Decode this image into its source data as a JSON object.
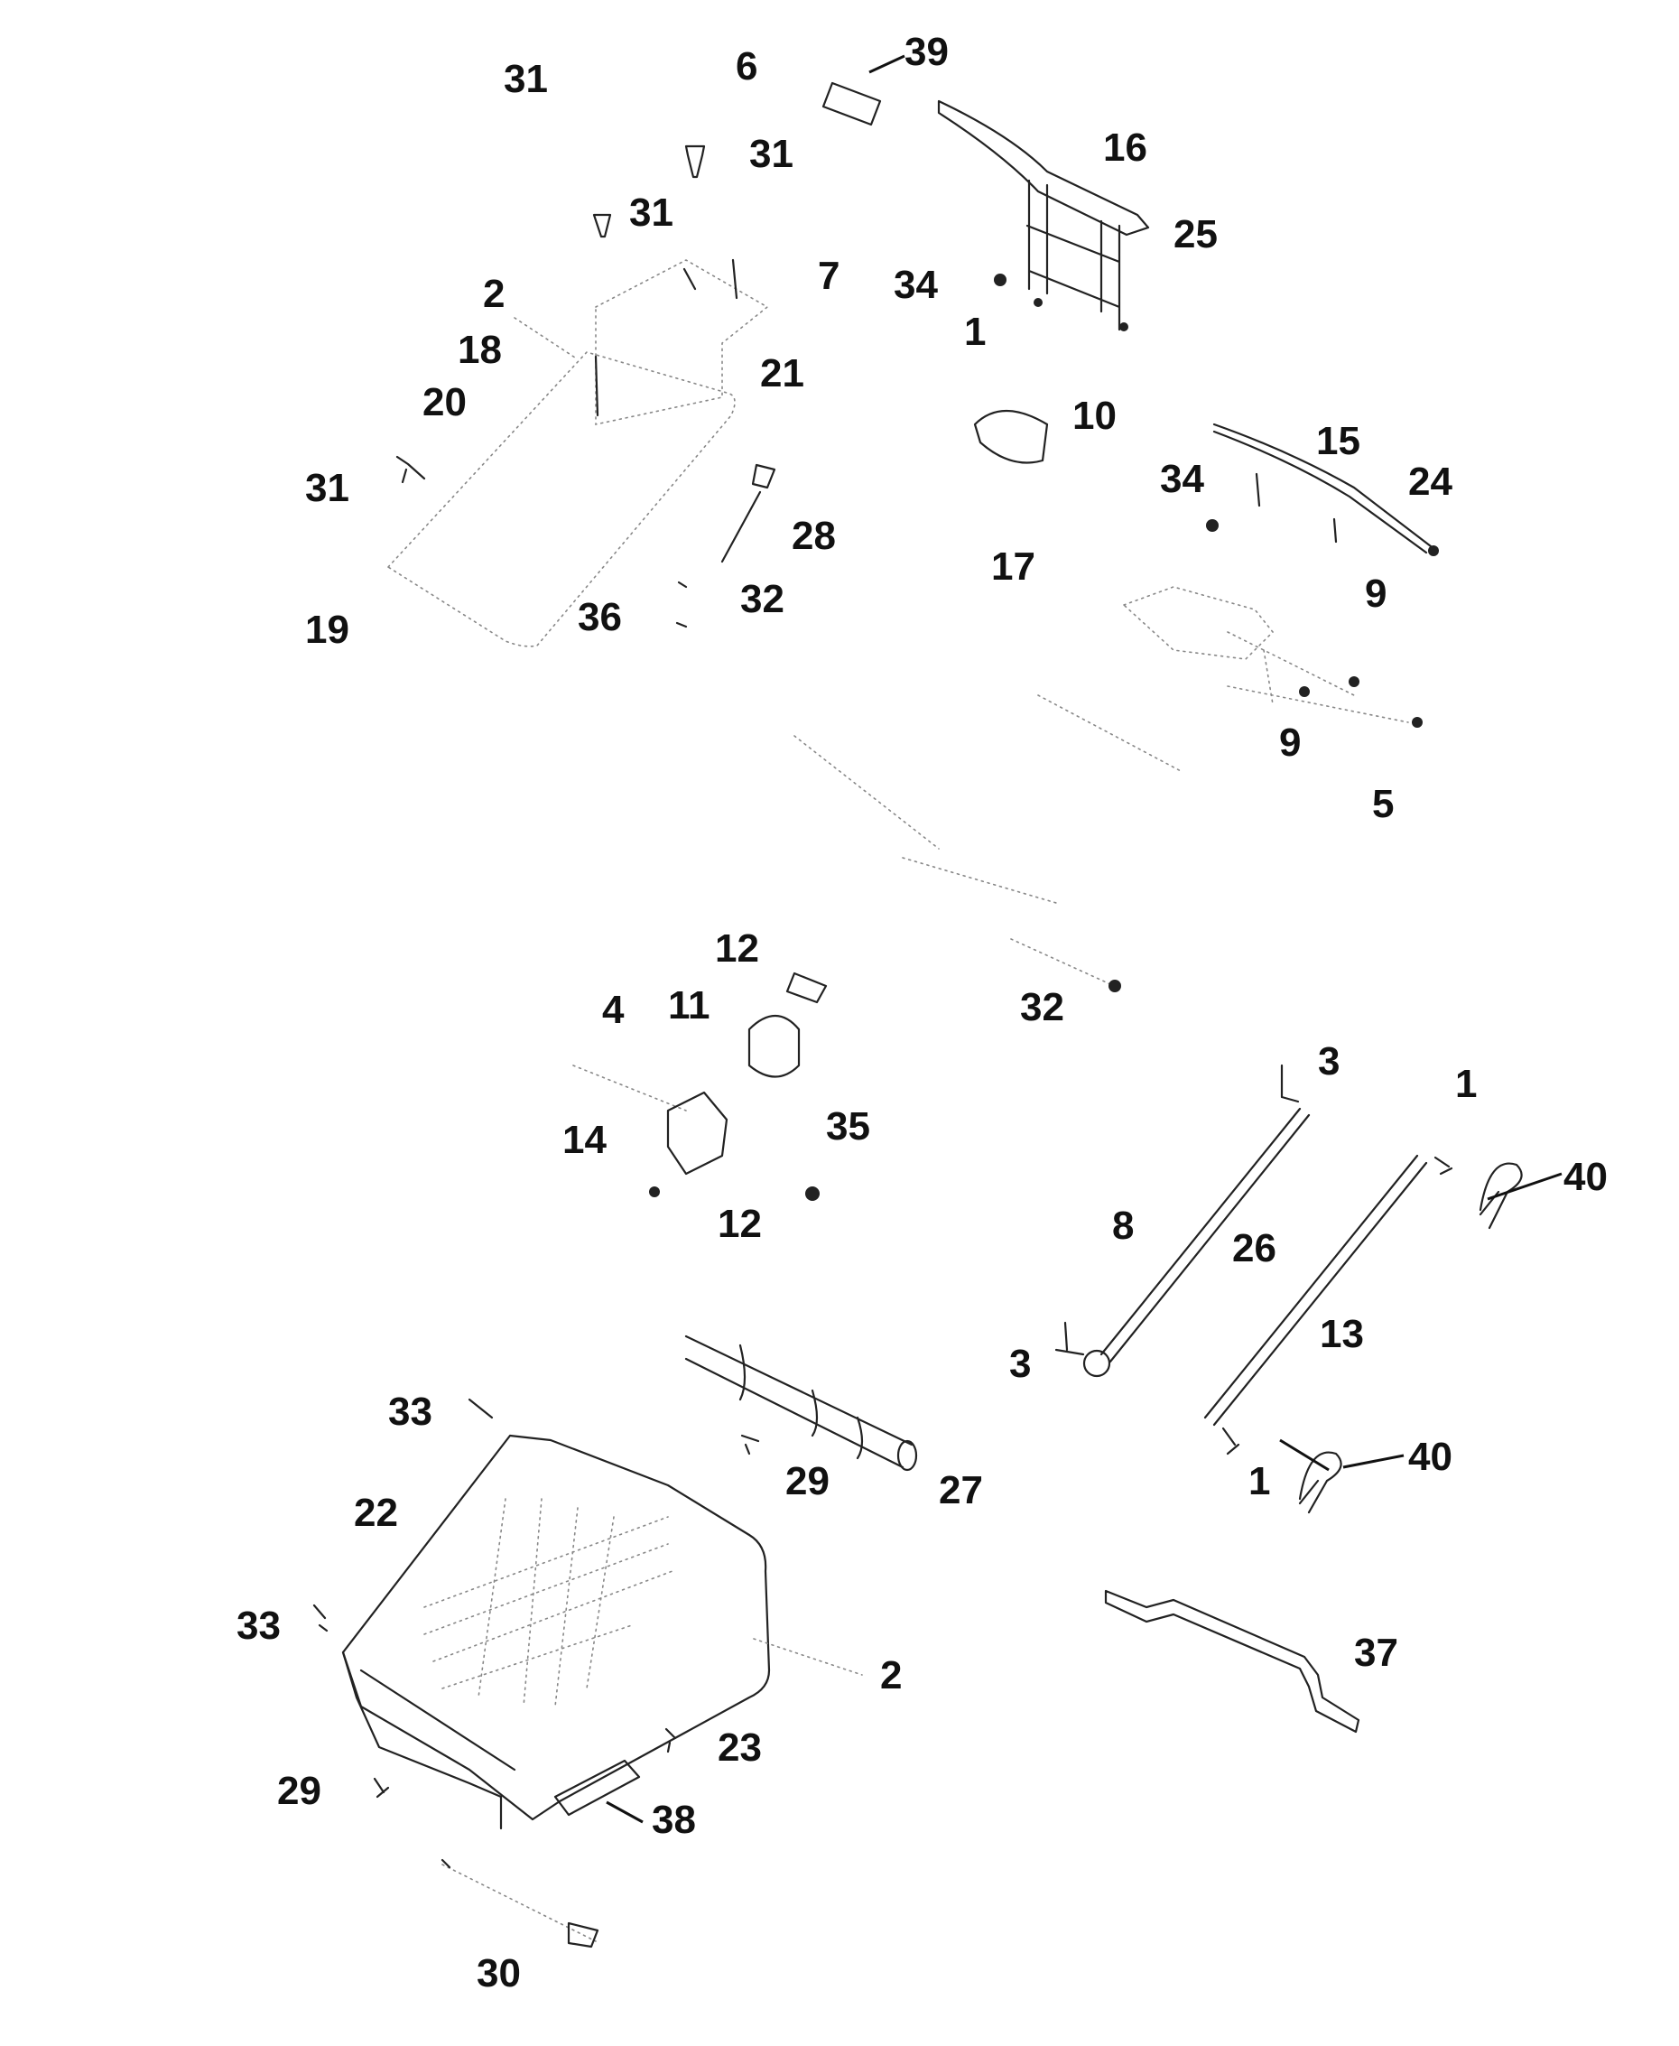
{
  "callouts": [
    {
      "id": "c31a",
      "text": "31"
    },
    {
      "id": "c6",
      "text": "6"
    },
    {
      "id": "c39",
      "text": "39"
    },
    {
      "id": "c31b",
      "text": "31"
    },
    {
      "id": "c16",
      "text": "16"
    },
    {
      "id": "c31c",
      "text": "31"
    },
    {
      "id": "c25",
      "text": "25"
    },
    {
      "id": "c2a",
      "text": "2"
    },
    {
      "id": "c7",
      "text": "7"
    },
    {
      "id": "c34a",
      "text": "34"
    },
    {
      "id": "c1a",
      "text": "1"
    },
    {
      "id": "c18",
      "text": "18"
    },
    {
      "id": "c21",
      "text": "21"
    },
    {
      "id": "c20",
      "text": "20"
    },
    {
      "id": "c10",
      "text": "10"
    },
    {
      "id": "c15",
      "text": "15"
    },
    {
      "id": "c31d",
      "text": "31"
    },
    {
      "id": "c34b",
      "text": "34"
    },
    {
      "id": "c24",
      "text": "24"
    },
    {
      "id": "c28",
      "text": "28"
    },
    {
      "id": "c17",
      "text": "17"
    },
    {
      "id": "c32a",
      "text": "32"
    },
    {
      "id": "c36",
      "text": "36"
    },
    {
      "id": "c19",
      "text": "19"
    },
    {
      "id": "c9a",
      "text": "9"
    },
    {
      "id": "c9b",
      "text": "9"
    },
    {
      "id": "c5",
      "text": "5"
    },
    {
      "id": "c12a",
      "text": "12"
    },
    {
      "id": "c4",
      "text": "4"
    },
    {
      "id": "c11",
      "text": "11"
    },
    {
      "id": "c32b",
      "text": "32"
    },
    {
      "id": "c3a",
      "text": "3"
    },
    {
      "id": "c1b",
      "text": "1"
    },
    {
      "id": "c35",
      "text": "35"
    },
    {
      "id": "c14",
      "text": "14"
    },
    {
      "id": "c40a",
      "text": "40"
    },
    {
      "id": "c12b",
      "text": "12"
    },
    {
      "id": "c8",
      "text": "8"
    },
    {
      "id": "c26",
      "text": "26"
    },
    {
      "id": "c13",
      "text": "13"
    },
    {
      "id": "c3b",
      "text": "3"
    },
    {
      "id": "c33a",
      "text": "33"
    },
    {
      "id": "c29a",
      "text": "29"
    },
    {
      "id": "c27",
      "text": "27"
    },
    {
      "id": "c40b",
      "text": "40"
    },
    {
      "id": "c1c",
      "text": "1"
    },
    {
      "id": "c22",
      "text": "22"
    },
    {
      "id": "c37",
      "text": "37"
    },
    {
      "id": "c33b",
      "text": "33"
    },
    {
      "id": "c2b",
      "text": "2"
    },
    {
      "id": "c23",
      "text": "23"
    },
    {
      "id": "c29b",
      "text": "29"
    },
    {
      "id": "c38",
      "text": "38"
    },
    {
      "id": "c30",
      "text": "30"
    }
  ]
}
